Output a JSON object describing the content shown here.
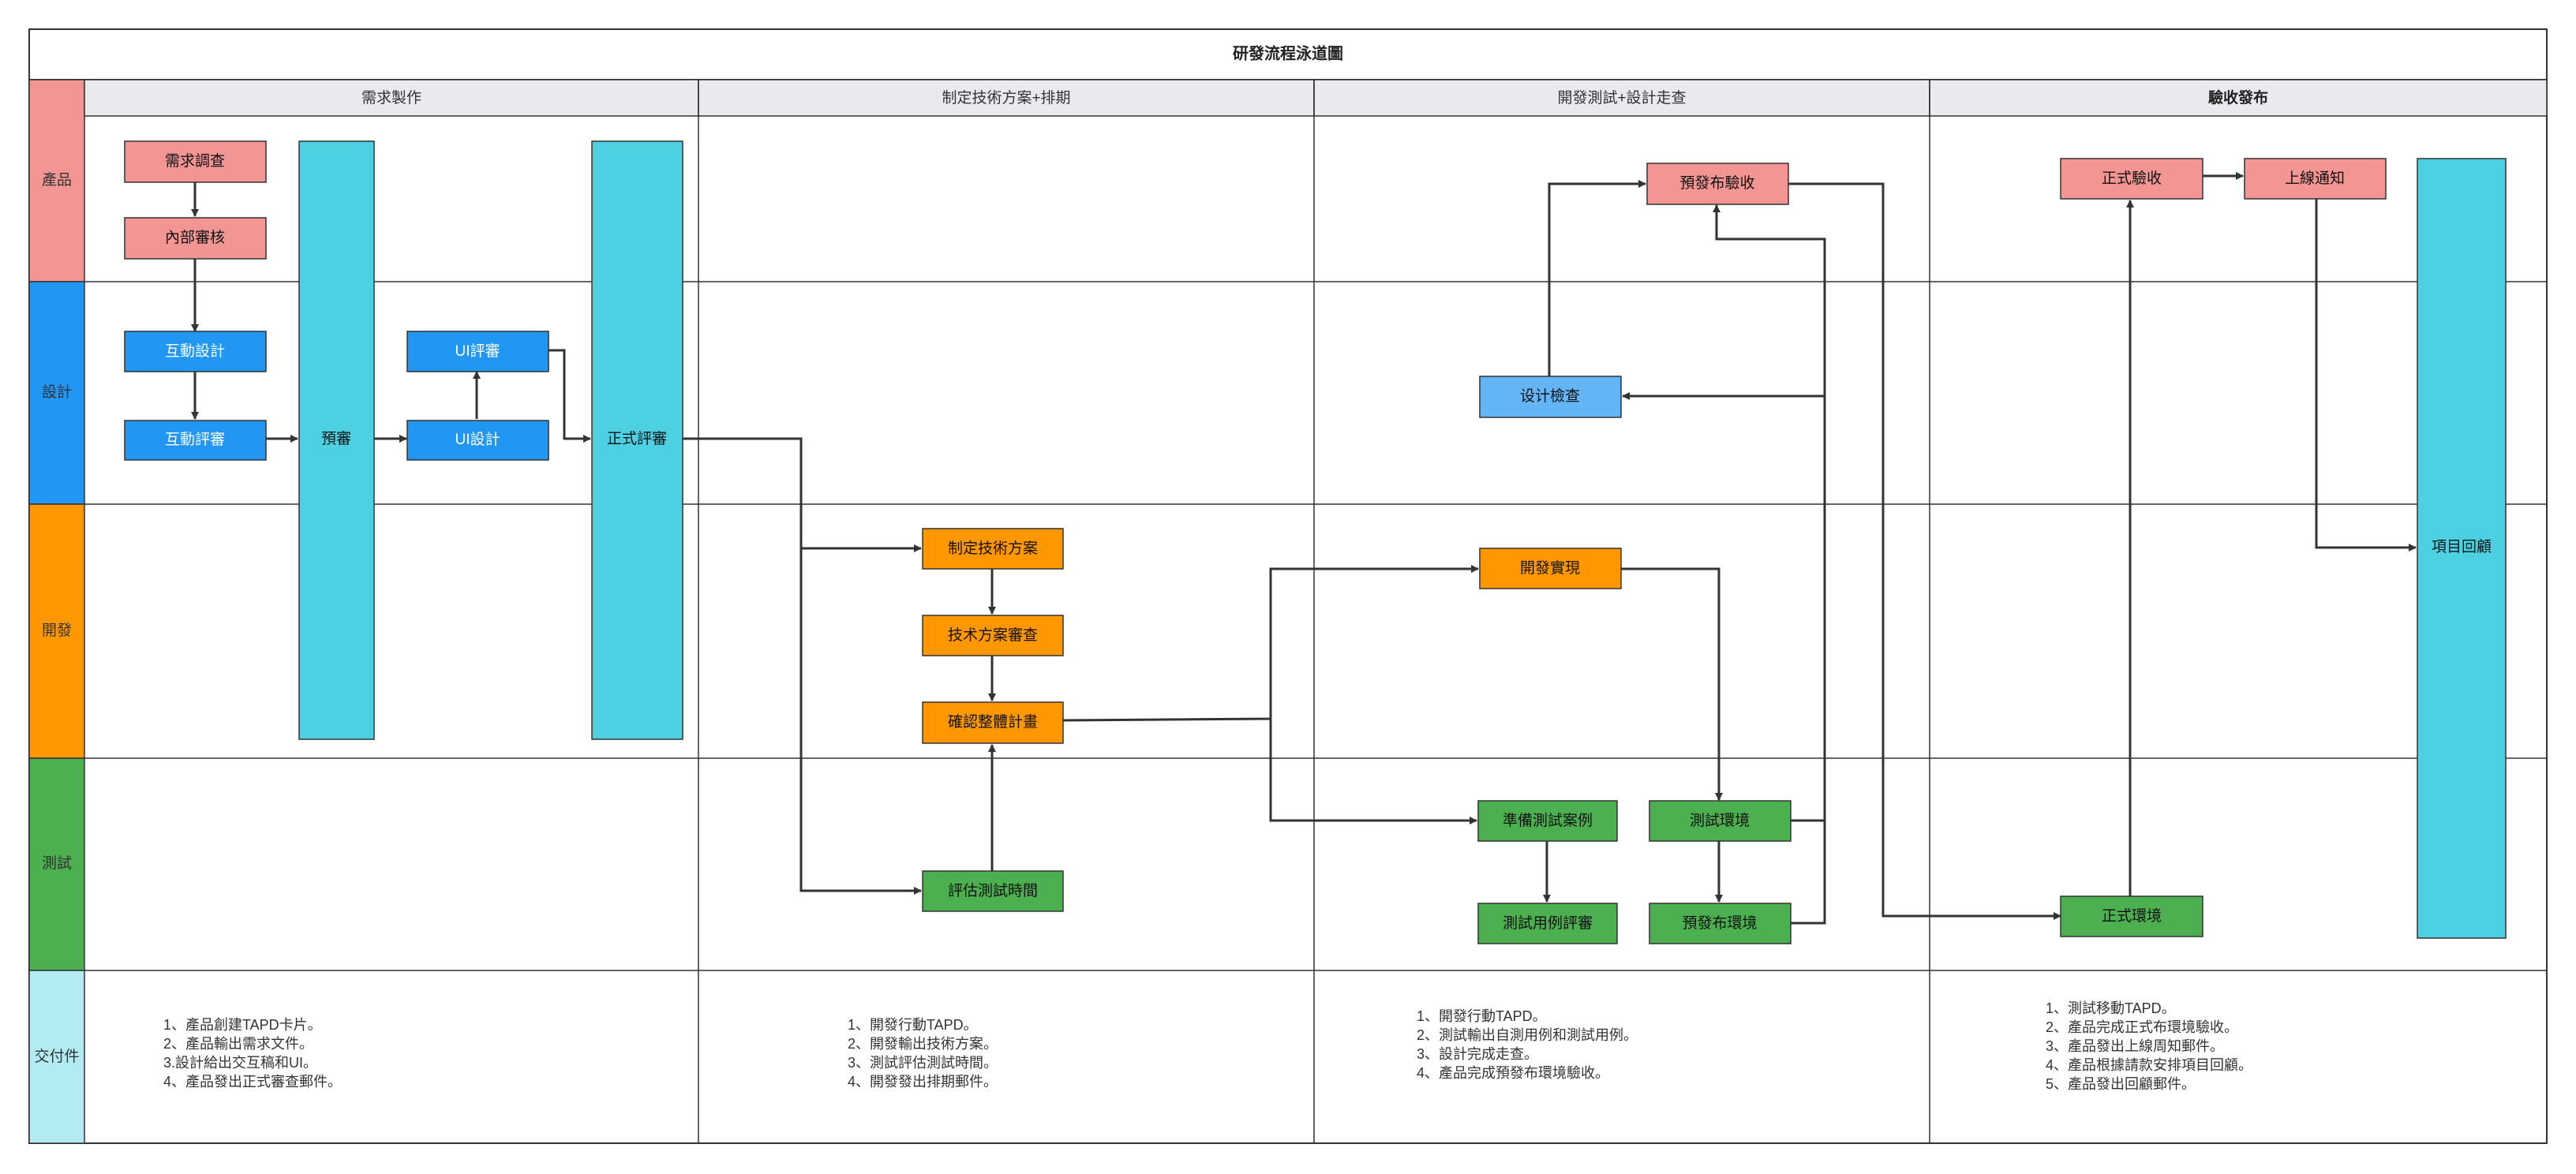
{
  "title": "研發流程泳道圖",
  "phases": [
    "需求製作",
    "制定技術方案+排期",
    "開發測試+設計走查",
    "驗收發布"
  ],
  "lanes": [
    "產品",
    "設計",
    "開發",
    "測試",
    "交付件"
  ],
  "nodes": {
    "req_survey": "需求調查",
    "internal_review": "內部審核",
    "interaction_design": "互動設計",
    "interaction_review": "互動評審",
    "pre_review": "預審",
    "ui_review": "UI評審",
    "ui_design": "UI設計",
    "formal_review": "正式評審",
    "tech_plan": "制定技術方案",
    "tech_plan_review": "技术方案審查",
    "confirm_plan": "確認整體計畫",
    "estimate_test_time": "評估測試時間",
    "pre_release_accept": "預發布驗收",
    "design_check": "设计檢查",
    "dev_implement": "開發實現",
    "prepare_test_cases": "準備測試案例",
    "test_env": "測試環境",
    "test_case_review": "測試用例評審",
    "pre_release_env": "預發布環境",
    "formal_accept": "正式驗收",
    "launch_notice": "上線通知",
    "formal_env": "正式環境",
    "project_retro": "項目回顧"
  },
  "deliverables": [
    [
      "1、產品創建TAPD卡片。",
      "2、產品輸出需求文件。",
      "3.設計給出交互稿和UI。",
      "4、產品發出正式審查郵件。"
    ],
    [
      "1、開發行動TAPD。",
      "2、開發輸出技術方案。",
      "3、測試評估測試時間。",
      "4、開發發出排期郵件。"
    ],
    [
      "1、開發行動TAPD。",
      "2、測試輸出自測用例和測試用例。",
      "3、設計完成走查。",
      "4、產品完成預發布環境驗收。"
    ],
    [
      "1、測試移動TAPD。",
      "2、產品完成正式布環境驗收。",
      "3、產品發出上線周知郵件。",
      "4、產品根據請款安排項目回顧。",
      "5、產品發出回顧郵件。"
    ]
  ],
  "colors": {
    "product": "#F29593",
    "design": "#2196F3",
    "design_light": "#64B5F6",
    "dev": "#FF9800",
    "test": "#4CAF50",
    "deliverable": "#B2EBF2",
    "bar": "#4DD0E1",
    "header": "#E8EAED"
  }
}
